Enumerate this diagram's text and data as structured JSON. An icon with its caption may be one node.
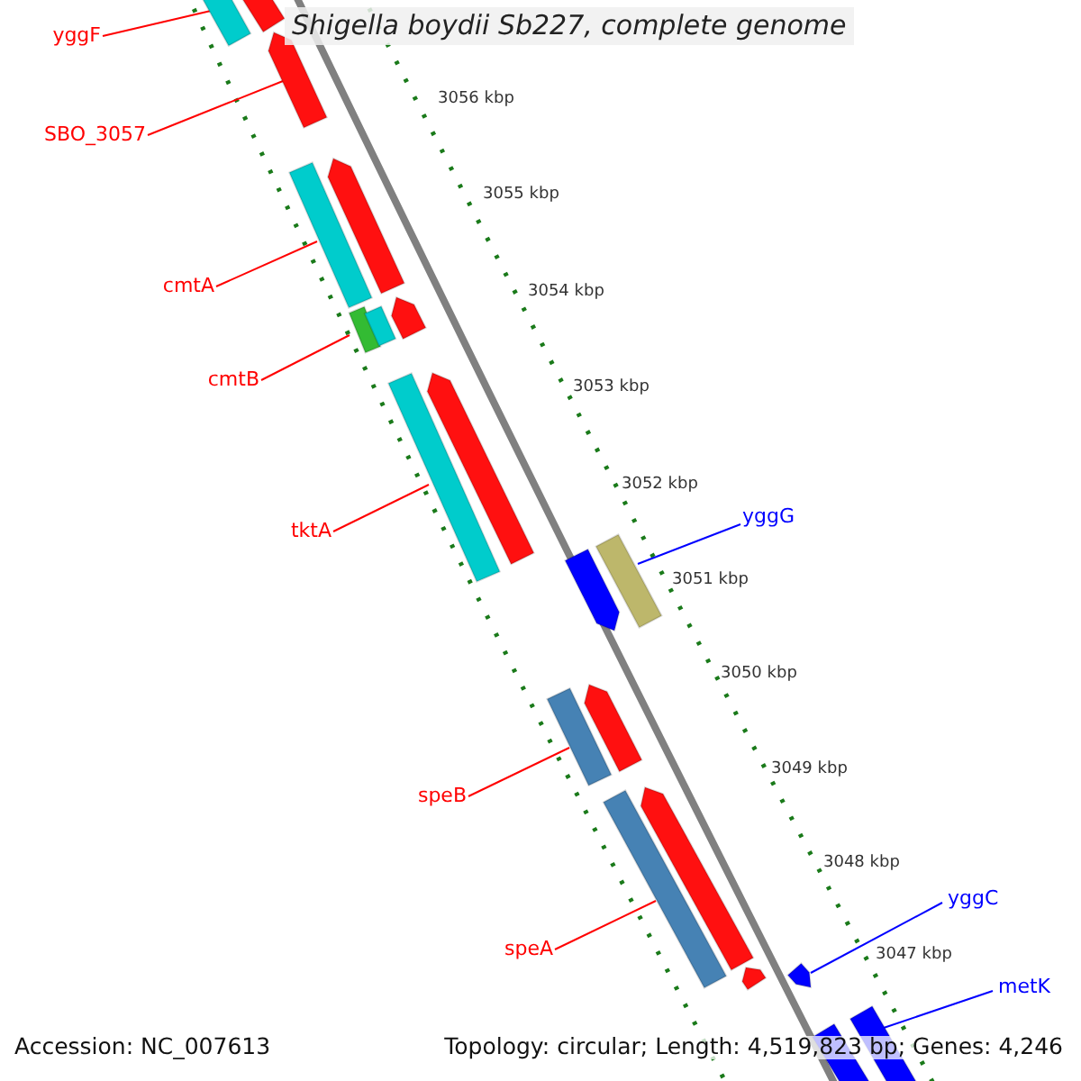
{
  "diagram": {
    "title": "Shigella boydii Sb227, complete genome",
    "nodes": [
      {
        "text": [
          "yggF"
        ]
      },
      {
        "text": [],
        "shape": "bar"
      },
      {
        "text": [
          "SBO_3057"
        ]
      },
      {
        "text": [],
        "shape": "bar"
      },
      {
        "text": [
          "cmtA"
        ]
      },
      {
        "text": [],
        "shape": "bar"
      },
      {
        "text": [
          "cmtB"
        ]
      },
      {
        "text": [],
        "shape": "bar"
      },
      {
        "text": [
          "yggG"
        ]
      },
      {
        "text": [],
        "shape": "bar"
      },
      {
        "text": [
          "tktA"
        ]
      },
      {
        "text": [],
        "shape": "bar"
      },
      {
        "text": [
          "speB"
        ]
      },
      {
        "text": [],
        "shape": "bar"
      },
      {
        "text": [
          "yggC"
        ]
      },
      {
        "text": [],
        "shape": "bar"
      },
      {
        "text": [
          "speA"
        ]
      },
      {
        "text": [],
        "shape": "bar"
      },
      {
        "text": [
          "metK"
        ]
      },
      {
        "text": [],
        "shape": "bar"
      },
      {
        "text": [],
        "shape": "bar"
      },
      {
        "text": [],
        "shape": "bar"
      },
      {
        "text": [],
        "shape": "bar"
      },
      {
        "text": [],
        "shape": "bar"
      },
      {
        "text": [],
        "shape": "bar"
      },
      {
        "text": [],
        "shape": "bar"
      },
      {
        "text": [],
        "shape": "bar"
      },
      {
        "text": [],
        "shape": "bar"
      },
      {
        "text": [],
        "shape": "bar"
      },
      {
        "text": [],
        "shape": "bar"
      }
    ],
    "edges": [
      {
        "from": 0,
        "to": 1,
        "arrow": "none"
      },
      {
        "from": 2,
        "to": 3,
        "arrow": "none"
      },
      {
        "from": 4,
        "to": 5,
        "arrow": "none"
      },
      {
        "from": 6,
        "to": 7,
        "arrow": "none"
      },
      {
        "from": 8,
        "to": 9,
        "arrow": "none",
        "color": "#0000ff"
      },
      {
        "from": 10,
        "to": 11,
        "arrow": "none"
      },
      {
        "from": 12,
        "to": 13,
        "arrow": "none"
      },
      {
        "from": 14,
        "to": 15,
        "arrow": "none",
        "color": "#0000ff"
      },
      {
        "from": 16,
        "to": 17,
        "arrow": "none"
      },
      {
        "from": 18,
        "to": 19,
        "arrow": "none",
        "color": "#0000ff"
      }
    ],
    "labels": [
      "3056 kbp",
      "3055 kbp",
      "3054 kbp",
      "3053 kbp",
      "3052 kbp",
      "3051 kbp",
      "3050 kbp",
      "3049 kbp",
      "3048 kbp",
      "3047 kbp",
      "Accession: NC_007613",
      "Topology: circular; Length: 4,519,823 bp; Genes: 4,246"
    ]
  }
}
